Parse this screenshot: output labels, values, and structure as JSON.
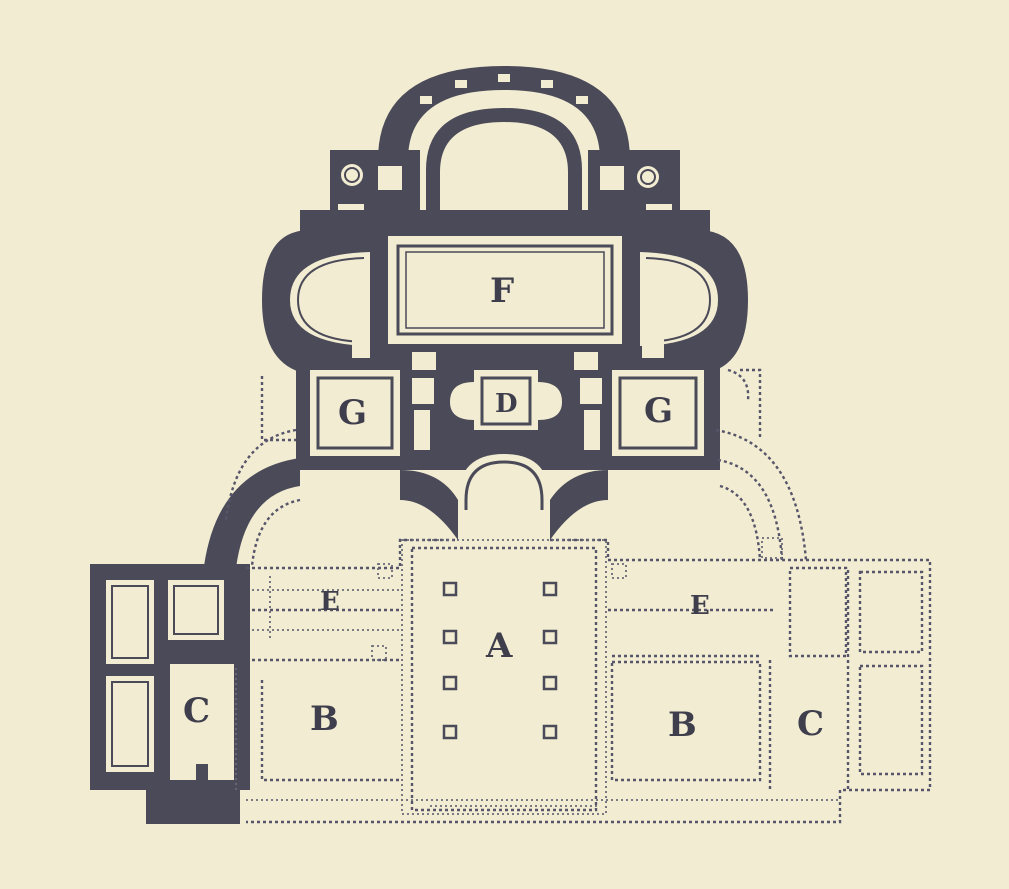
{
  "figure": {
    "paper_color": "#f2ecd2",
    "ink_color": "#4b4a58"
  },
  "labels": {
    "a": "A",
    "b_left": "B",
    "b_right": "B",
    "c_left": "C",
    "c_right": "C",
    "d": "D",
    "e_left": "E",
    "e_right": "E",
    "f": "F",
    "g_left": "G",
    "g_right": "G"
  }
}
